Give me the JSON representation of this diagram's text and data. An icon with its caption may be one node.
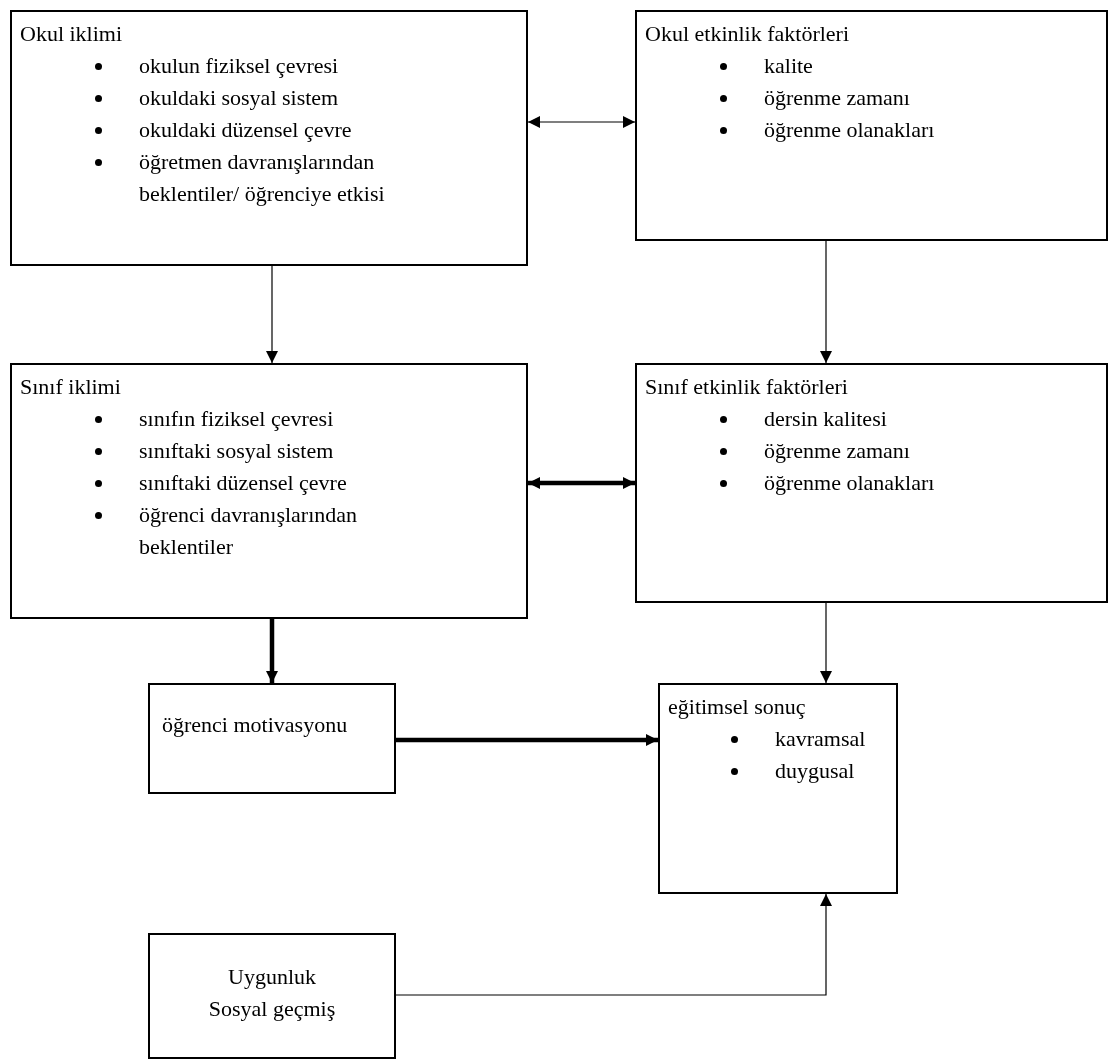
{
  "diagram": {
    "nodes": [
      {
        "text": [
          "Okul iklimi",
          "okulun fiziksel çevresi",
          "okuldaki sosyal sistem",
          "okuldaki düzensel çevre",
          "öğretmen davranışlarından beklentiler/ öğrenciye etkisi"
        ]
      },
      {
        "text": [
          "Okul etkinlik faktörleri",
          "kalite",
          "öğrenme zamanı",
          "öğrenme olanakları"
        ]
      },
      {
        "text": [
          "Sınıf iklimi",
          "sınıfın fiziksel çevresi",
          "sınıftaki sosyal sistem",
          "sınıftaki düzensel çevre",
          "öğrenci davranışlarından beklentiler"
        ]
      },
      {
        "text": [
          "Sınıf etkinlik faktörleri",
          "dersin kalitesi",
          "öğrenme zamanı",
          "öğrenme olanakları"
        ]
      },
      {
        "text": [
          "öğrenci motivasyonu"
        ]
      },
      {
        "text": [
          "eğitimsel sonuç",
          "kavramsal",
          "duygusal"
        ]
      },
      {
        "text": [
          "Uygunluk",
          "Sosyal geçmiş"
        ]
      }
    ],
    "edges": [
      {
        "from": 0,
        "to": 1,
        "arrow": "both"
      },
      {
        "from": 0,
        "to": 2,
        "arrow": "to"
      },
      {
        "from": 1,
        "to": 3,
        "arrow": "to"
      },
      {
        "from": 2,
        "to": 3,
        "arrow": "both",
        "style": "thick"
      },
      {
        "from": 2,
        "to": 4,
        "arrow": "to",
        "style": "thick"
      },
      {
        "from": 3,
        "to": 5,
        "arrow": "to"
      },
      {
        "from": 4,
        "to": 5,
        "arrow": "to",
        "style": "thick"
      },
      {
        "from": 6,
        "to": 5,
        "arrow": "to"
      }
    ]
  }
}
